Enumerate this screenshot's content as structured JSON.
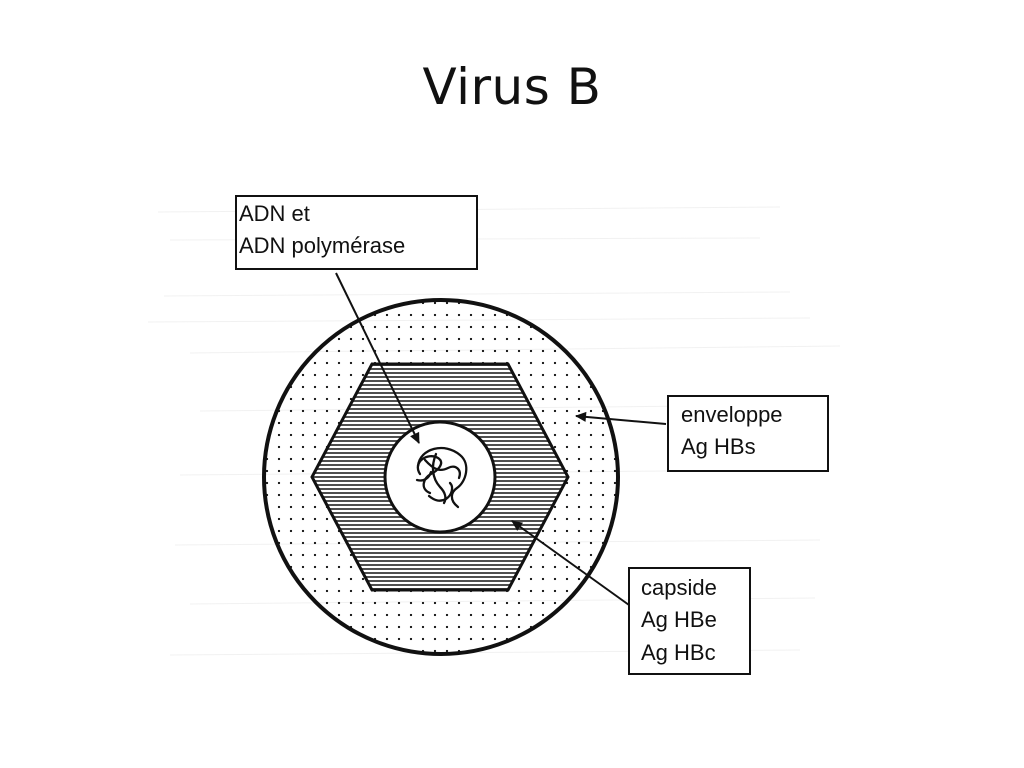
{
  "slide": {
    "title": "Virus B"
  },
  "labels": {
    "dna": {
      "line1": "ADN et",
      "line2": "ADN polymérase"
    },
    "envelope": {
      "line1": "enveloppe",
      "line2": "Ag HBs"
    },
    "capsid": {
      "line1": "capside",
      "line2": "Ag HBe",
      "line3": "Ag HBc"
    }
  },
  "colors": {
    "ink": "#111111",
    "background": "#ffffff",
    "faint_text": "#d9d9d9"
  }
}
